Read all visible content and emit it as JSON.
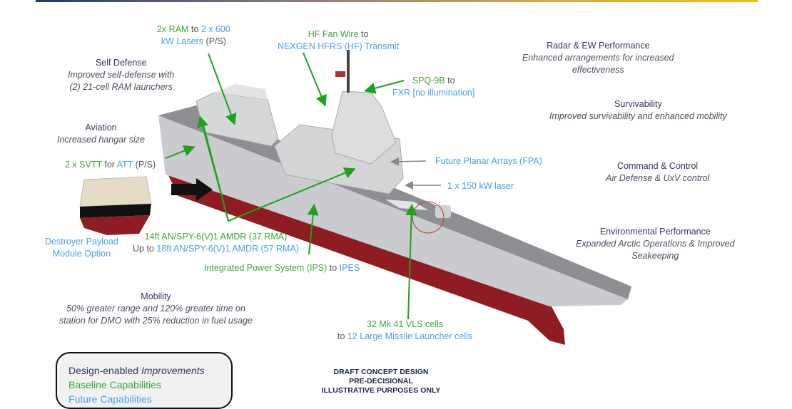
{
  "labels": {
    "ram": {
      "a": "2x RAM",
      "b": " to ",
      "c": "2 x 600",
      "d": "kW Lasers",
      "e": " (P/S)"
    },
    "hf": {
      "a": "HF Fan Wire",
      "b": " to",
      "c": "NEXGEN HFRS (HF) Transmit"
    },
    "spq": {
      "a": "SPQ-9B",
      "b": " to",
      "c": "FXR [no illumination]"
    },
    "self_defense": {
      "title": "Self Defense",
      "desc1": "Improved self-defense with",
      "desc2": "(2) 21-cell RAM launchers"
    },
    "aviation": {
      "title": "Aviation",
      "desc": "Increased hangar size"
    },
    "svtt": {
      "a": "2 x SVTT",
      "b": " for ",
      "c": "ATT",
      "d": " (P/S)"
    },
    "dpm": {
      "l1": "Destroyer Payload",
      "l2": "Module Option"
    },
    "amdr": {
      "a": "14ft AN/SPY-6(V)1 AMDR (37 RMA)",
      "b": "Up to ",
      "c": "18ft AN/SPY-6(V)1 AMDR (57 RMA)"
    },
    "ips": {
      "a": "Integrated Power System (IPS)",
      "b": " to ",
      "c": "IPES"
    },
    "fpa": "Future Planar Arrays (FPA)",
    "laser": "1 x 150 kW laser",
    "vls": {
      "a": "32 Mk 41 VLS cells",
      "b": "to ",
      "c": "12 Large Missile Launcher cells"
    },
    "mobility": {
      "title": "Mobility",
      "desc1": "50% greater range and 120% greater time on",
      "desc2": "station for DMO with 25% reduction in fuel usage"
    },
    "radar": {
      "title": "Radar & EW Performance",
      "desc1": "Enhanced arrangements for increased",
      "desc2": "effectiveness"
    },
    "survivability": {
      "title": "Survivability",
      "desc": "Improved survivability and enhanced mobility"
    },
    "c2": {
      "title": "Command & Control",
      "desc": "Air Defense & UxV control"
    },
    "env": {
      "title": "Environmental Performance",
      "desc1": "Expanded Arctic Operations & Improved",
      "desc2": "Seakeeping"
    }
  },
  "legend": {
    "a": "Design-enabled ",
    "b": "Improvements",
    "c": "Baseline Capabilities",
    "d": "Future Capabilities"
  },
  "draft": {
    "l1": "DRAFT CONCEPT DESIGN",
    "l2": "PRE-DECISIONAL",
    "l3": "ILLUSTRATIVE PURPOSES ONLY"
  },
  "colors": {
    "heading": "#2f3a5a",
    "baseline": "#3aa83a",
    "future": "#4aa0ec"
  }
}
